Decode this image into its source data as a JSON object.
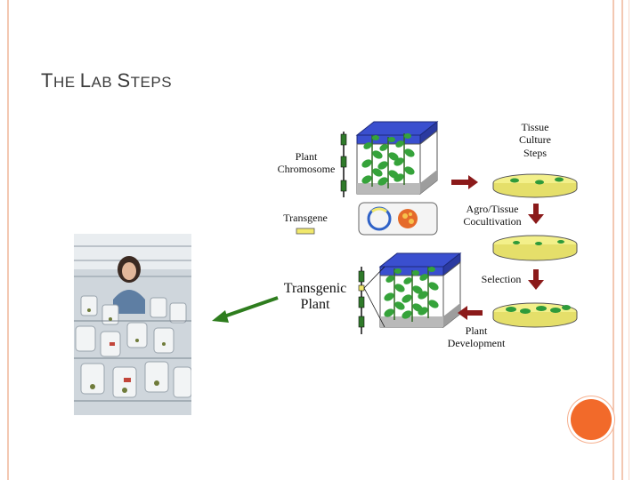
{
  "slide": {
    "title_first_initial": "T",
    "title_first_rest": "HE ",
    "title_second_initial": "L",
    "title_second_rest": "AB ",
    "title_third_initial": "S",
    "title_third_rest": "TEPS"
  },
  "diagram": {
    "plant_chromosome": [
      "Plant",
      "Chromosome"
    ],
    "transgene": "Transgene",
    "transgenic_plant": [
      "Transgenic",
      "Plant"
    ],
    "tissue_culture_steps": [
      "Tissue",
      "Culture",
      "Steps"
    ],
    "agro_tissue": [
      "Agro/Tissue",
      "Cocultivation"
    ],
    "selection": "Selection",
    "plant_development": [
      "Plant",
      "Development"
    ]
  },
  "colors": {
    "frame": "#f3c8b2",
    "accent_dot": "#f26a2a",
    "arrow_red": "#8b1a1a",
    "arrow_green": "#2e7d1e",
    "box_lid": "#3a4fcf",
    "agar_yellow": "#f3f08a",
    "transgene_yellow": "#f1e86b"
  }
}
